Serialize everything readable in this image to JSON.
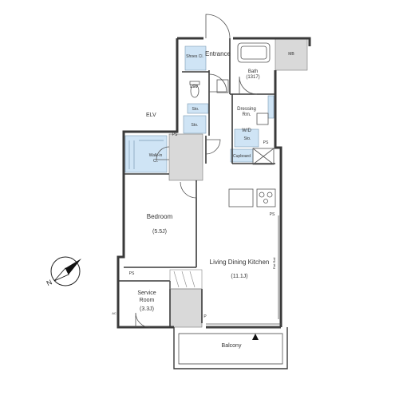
{
  "rooms": {
    "shoes_closet": "Shoes Cl.",
    "entrance": "Entrance",
    "bath": "Bath",
    "bath_size": "(1317)",
    "lav": "Lav",
    "sto_small": "Sto.",
    "sto": "Sto.",
    "dressing": "Dressing",
    "dressing_rm": "Rm.",
    "wd": "W/D",
    "wd_sto": "Sto.",
    "cupboard": "Cupboard",
    "walkin": "Walk-in",
    "walkin_cl": "Cl.",
    "bedroom": "Bedroom",
    "bedroom_size": "(5.5J)",
    "ldk": "Living Dining Kitchen",
    "ldk_size": "(11.1J)",
    "service": "Service",
    "service_room": "Room",
    "service_size": "(3.3J)",
    "balcony": "Balcony"
  },
  "labels": {
    "elv": "ELV",
    "ps_top": "PS",
    "ps_right": "PS",
    "ps_kitchen": "PS",
    "ps_service": "PS",
    "mb": "MB",
    "p": "P",
    "ac": "AC",
    "flat_rail": "Flat Rail",
    "compass_n": "N"
  },
  "colors": {
    "wall": "#3a3a3a",
    "storage": "#cfe4f5",
    "column": "#d9d9d9",
    "line": "#555555"
  }
}
